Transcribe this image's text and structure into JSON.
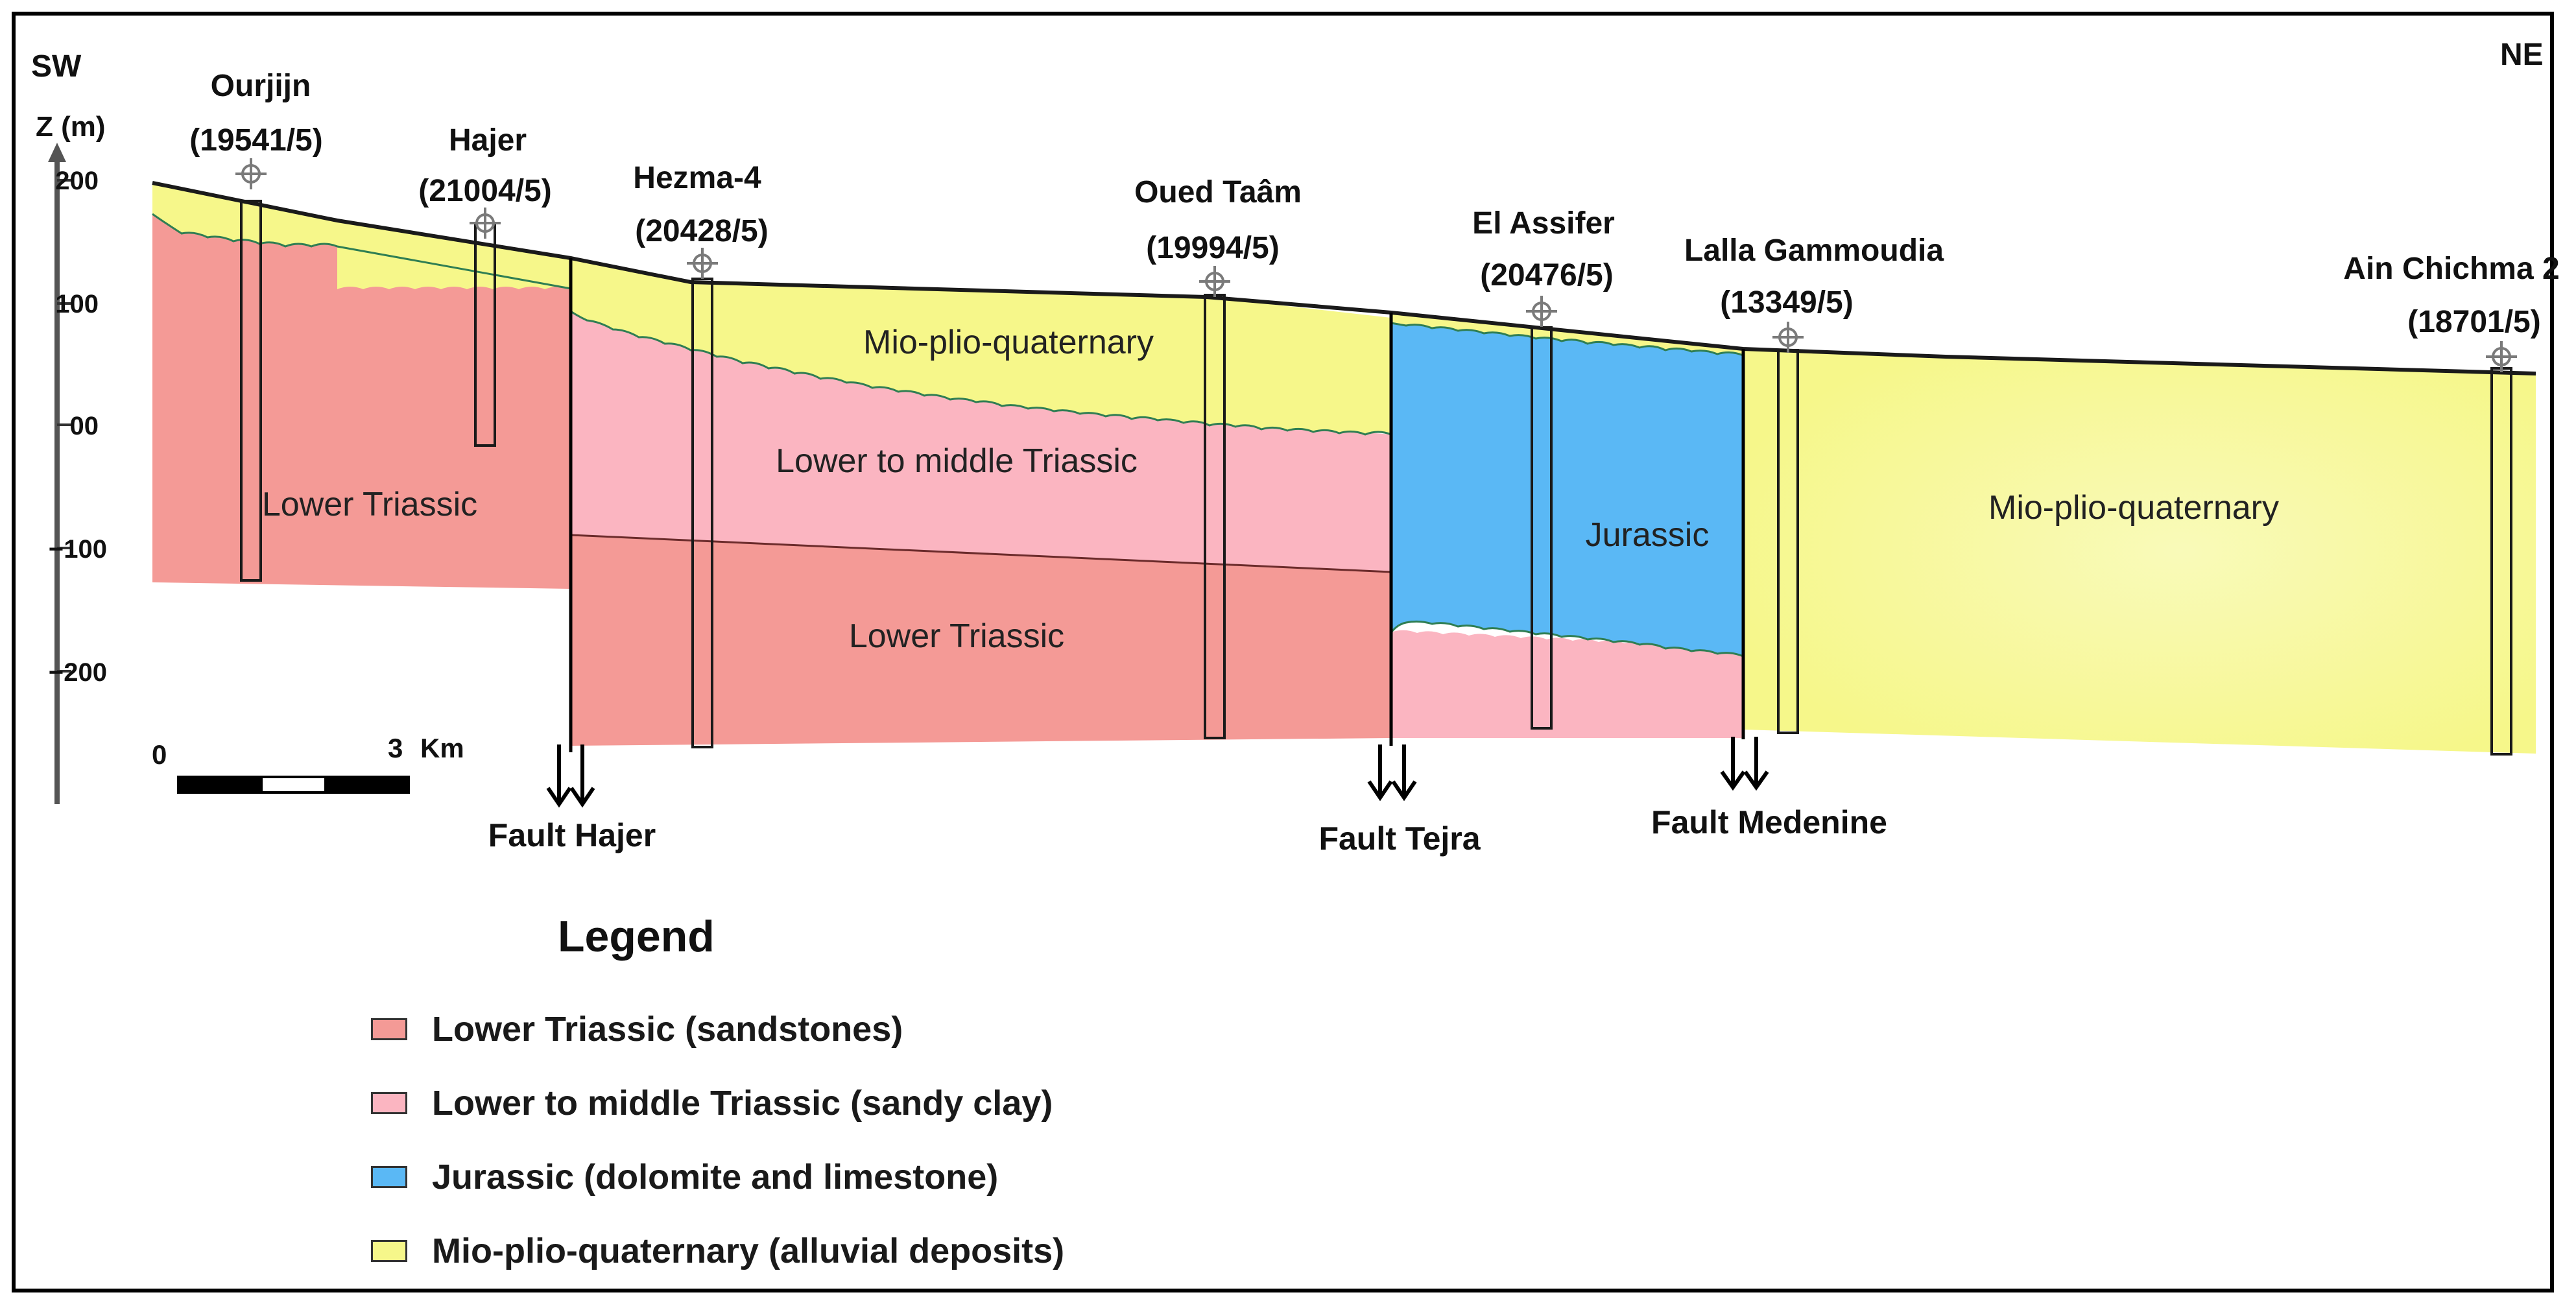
{
  "direction": {
    "left": "SW",
    "right": "NE"
  },
  "axis": {
    "label": "Z (m)",
    "ticks": [
      {
        "value": 200,
        "label": "200"
      },
      {
        "value": 100,
        "label": "100"
      },
      {
        "value": 0,
        "label": "00"
      },
      {
        "value": -100,
        "label": "−100"
      },
      {
        "value": -200,
        "label": "−200"
      }
    ]
  },
  "scale_bar": {
    "start_label": "0",
    "end_label": "3",
    "unit": "Km"
  },
  "wells": [
    {
      "name": "Ourjijn",
      "id": "(19541/5)"
    },
    {
      "name": "Hajer",
      "id": "(21004/5)"
    },
    {
      "name": "Hezma-4",
      "id": "(20428/5)"
    },
    {
      "name": "Oued Taâm",
      "id": "(19994/5)"
    },
    {
      "name": "El Assifer",
      "id": "(20476/5)"
    },
    {
      "name": "Lalla Gammoudia",
      "id": "(13349/5)"
    },
    {
      "name": "Ain Chichma 2",
      "id": "(18701/5)"
    }
  ],
  "faults": [
    {
      "label": "Fault Hajer"
    },
    {
      "label": "Fault Tejra"
    },
    {
      "label": "Fault Medenine"
    }
  ],
  "unit_labels": {
    "lower_triassic_1": "Lower Triassic",
    "lower_middle_triassic": "Lower to middle Triassic",
    "lower_triassic_2": "Lower Triassic",
    "mio_plio_1": "Mio-plio-quaternary",
    "jurassic": "Jurassic",
    "mio_plio_2": "Mio-plio-quaternary"
  },
  "colors": {
    "lower_triassic": "#f49a96",
    "lower_middle_triassic": "#fbb5c1",
    "jurassic": "#5ab8f5",
    "mio_plio_quaternary": "#f6f78a"
  },
  "legend": {
    "title": "Legend",
    "items": [
      {
        "label": "Lower Triassic (sandstones)",
        "color": "#f49a96"
      },
      {
        "label": "Lower to middle Triassic (sandy clay)",
        "color": "#fbb5c1"
      },
      {
        "label": "Jurassic (dolomite and limestone)",
        "color": "#5ab8f5"
      },
      {
        "label": "Mio-plio-quaternary (alluvial deposits)",
        "color": "#f6f78a"
      }
    ]
  }
}
